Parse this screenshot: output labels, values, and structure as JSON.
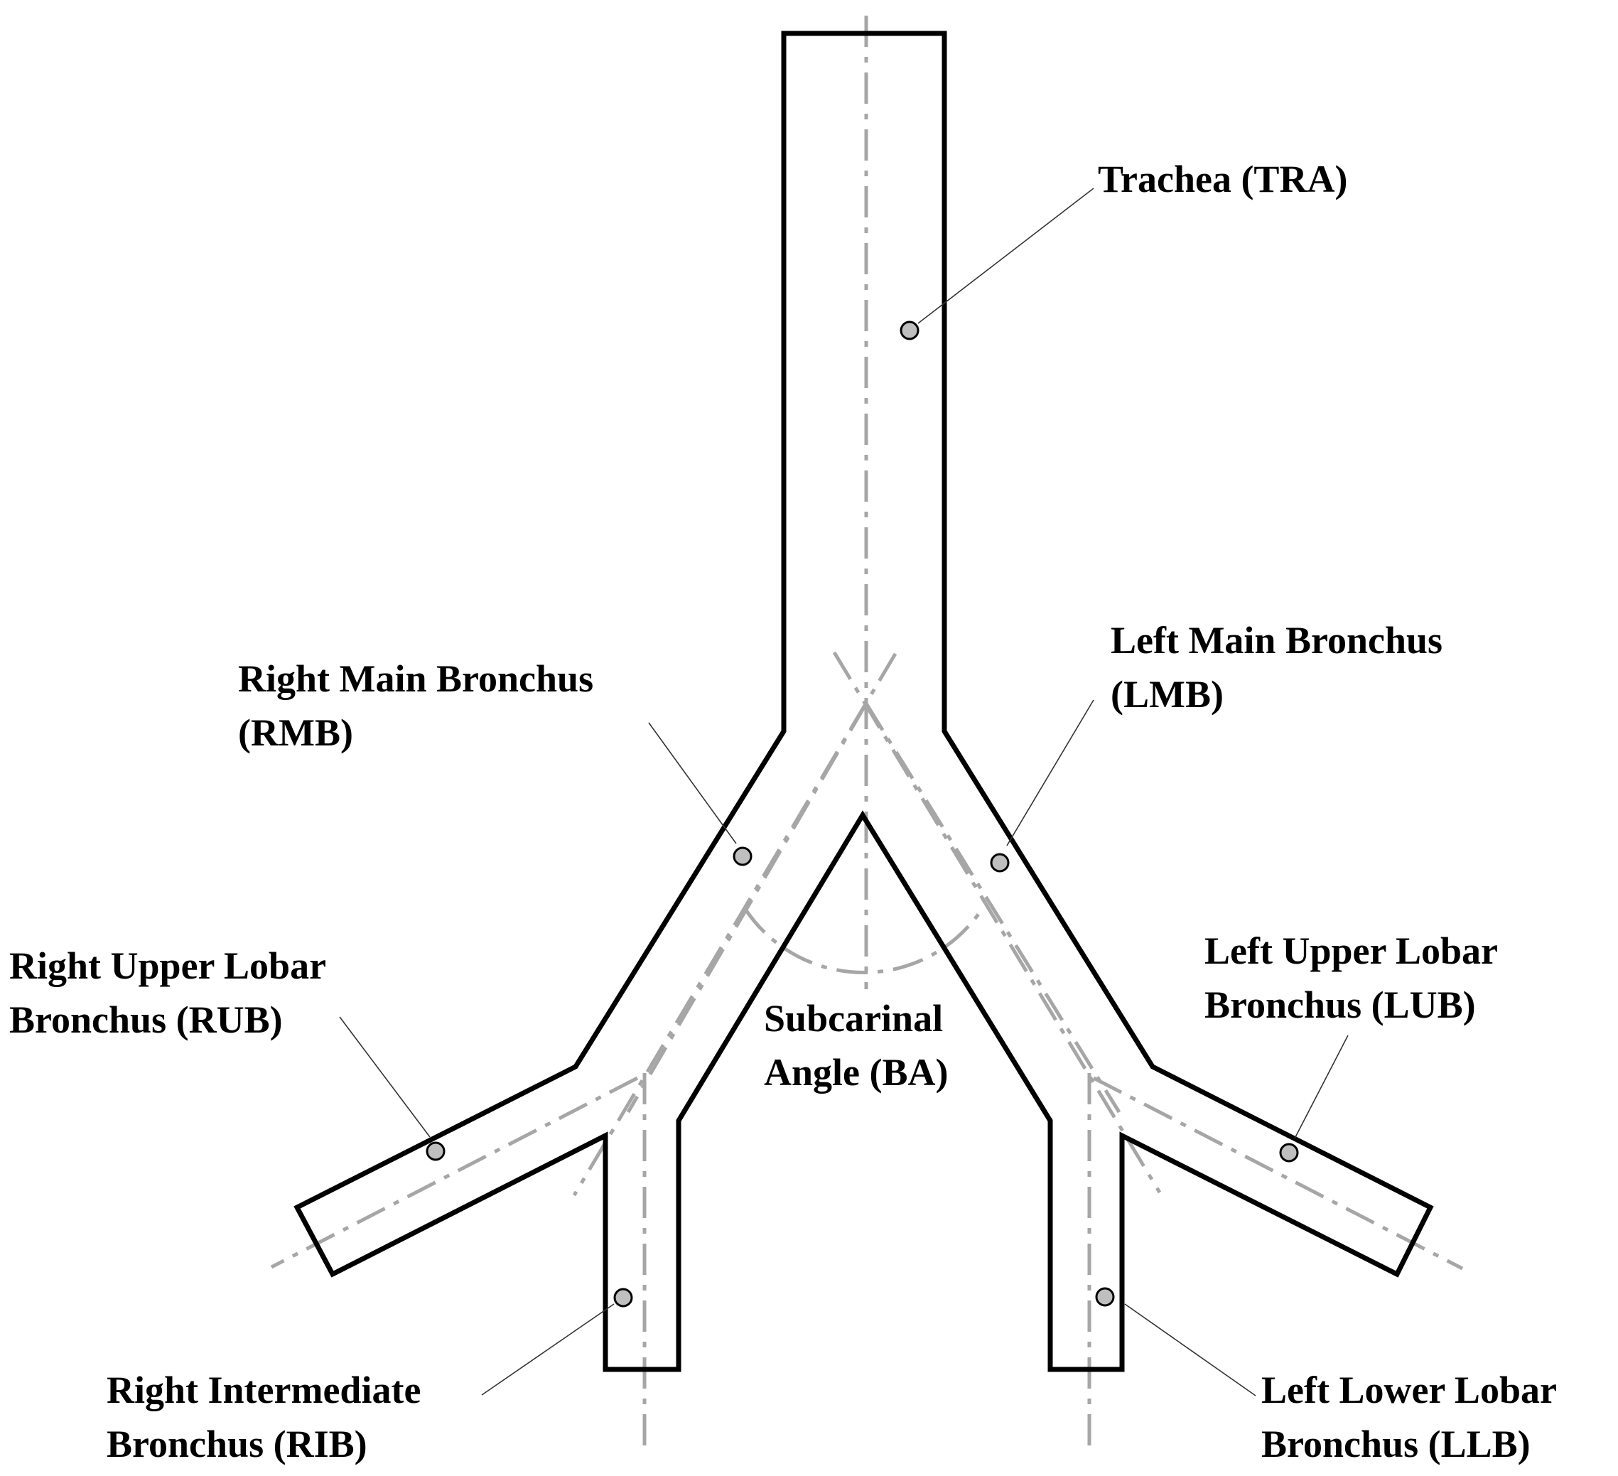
{
  "colors": {
    "background": "#ffffff",
    "airway_wall": "#000000",
    "centerline": "#a6a6a6",
    "marker_fill": "#bfbfbf"
  },
  "labels": {
    "tra": {
      "line1": "Trachea (TRA)"
    },
    "rmb": {
      "line1": "Right Main Bronchus",
      "line2": "(RMB)"
    },
    "lmb": {
      "line1": "Left Main Bronchus",
      "line2": "(LMB)"
    },
    "rub": {
      "line1": "Right Upper Lobar",
      "line2": "Bronchus (RUB)"
    },
    "lub": {
      "line1": "Left Upper Lobar",
      "line2": "Bronchus (LUB)"
    },
    "ba": {
      "line1": "Subcarinal",
      "line2": "Angle (BA)"
    },
    "rib": {
      "line1": "Right Intermediate",
      "line2": "Bronchus (RIB)"
    },
    "llb": {
      "line1": "Left Lower Lobar",
      "line2": "Bronchus (LLB)"
    }
  }
}
